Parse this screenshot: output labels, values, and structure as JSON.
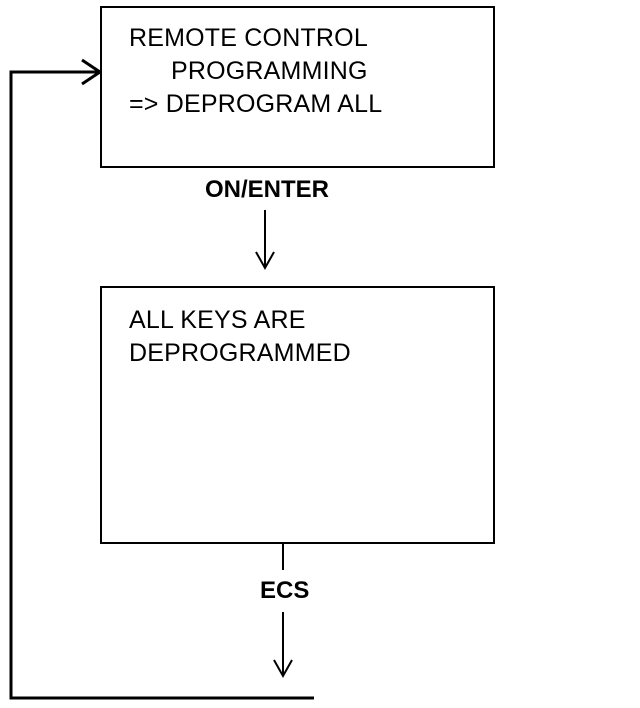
{
  "screens": [
    {
      "lines": [
        "REMOTE CONTROL",
        "PROGRAMMING",
        "=> DEPROGRAM ALL"
      ]
    },
    {
      "lines": [
        "ALL KEYS ARE",
        "DEPROGRAMMED"
      ]
    }
  ],
  "keys": {
    "enter_label": "ON/ENTER",
    "escape_label": "ECS"
  }
}
